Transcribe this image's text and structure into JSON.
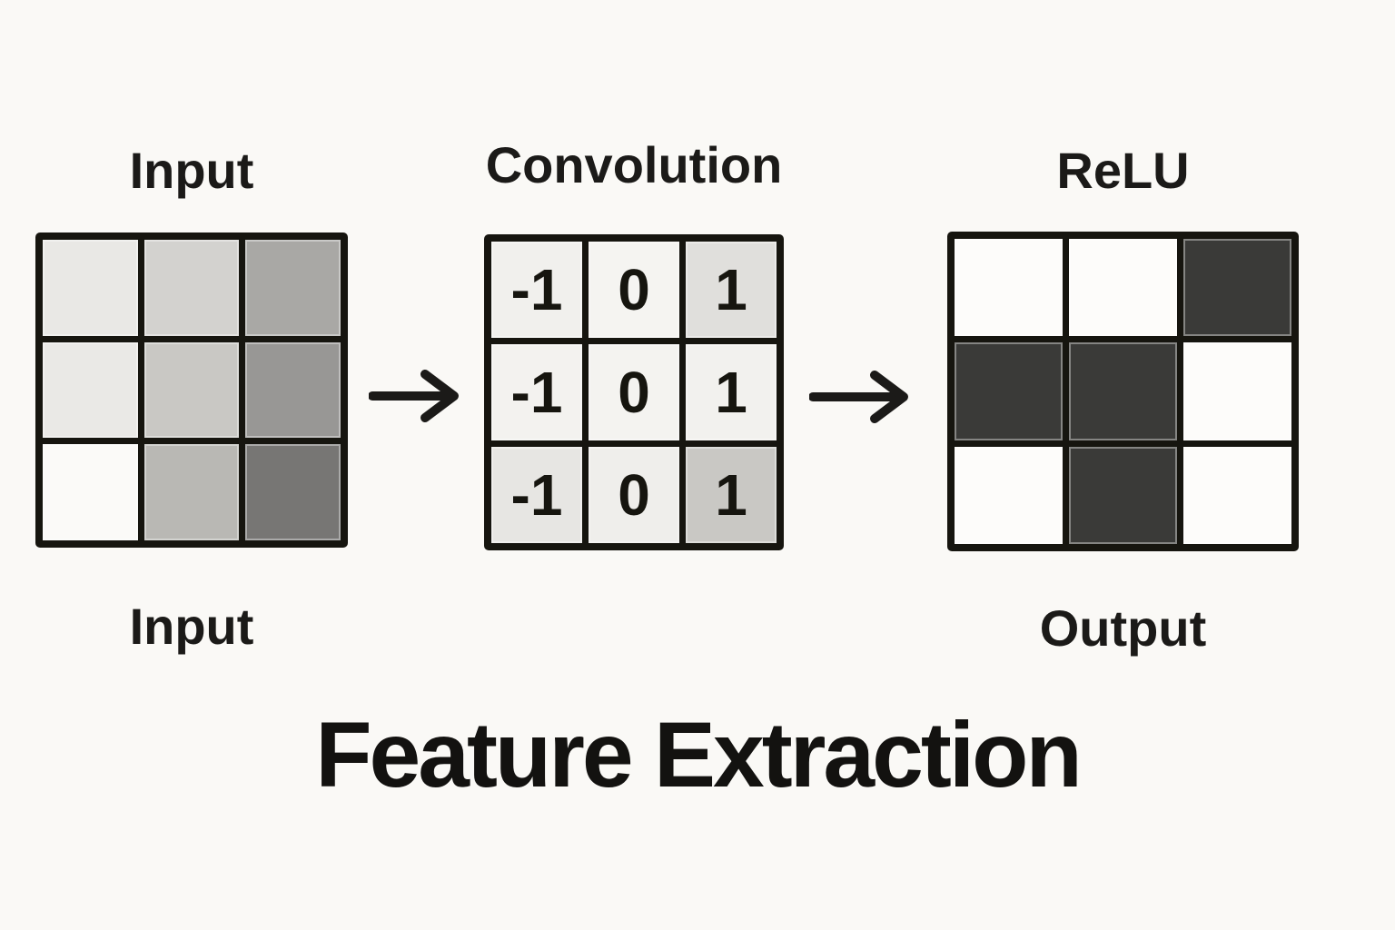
{
  "page": {
    "background_color": "#faf9f6",
    "ink_color": "#1b1a18",
    "title": "Feature Extraction"
  },
  "labels": {
    "input_top": "Input",
    "convolution_top": "Convolution",
    "relu_top": "ReLU",
    "input_bottom": "Input",
    "output_bottom": "Output"
  },
  "grids": {
    "input": {
      "cell_colors": [
        [
          "#e9e8e5",
          "#d3d2cf",
          "#a9a8a5"
        ],
        [
          "#eae9e6",
          "#c9c8c4",
          "#989795"
        ],
        [
          "#fbfaf8",
          "#b9b8b4",
          "#777674"
        ]
      ]
    },
    "kernel": {
      "values": [
        [
          "-1",
          "0",
          "1"
        ],
        [
          "-1",
          "0",
          "1"
        ],
        [
          "-1",
          "0",
          "1"
        ]
      ],
      "cell_colors": [
        [
          "#f1f0ed",
          "#f5f4f1",
          "#e0dfdc"
        ],
        [
          "#f3f2ef",
          "#f4f3f0",
          "#f2f1ee"
        ],
        [
          "#e7e6e3",
          "#efeeeb",
          "#c9c8c4"
        ]
      ]
    },
    "relu": {
      "dark_color": "#3a3a38",
      "light_color": "#fdfcfa",
      "pattern": [
        [
          "light",
          "light",
          "dark"
        ],
        [
          "dark",
          "dark",
          "light"
        ],
        [
          "light",
          "dark",
          "light"
        ]
      ]
    }
  }
}
